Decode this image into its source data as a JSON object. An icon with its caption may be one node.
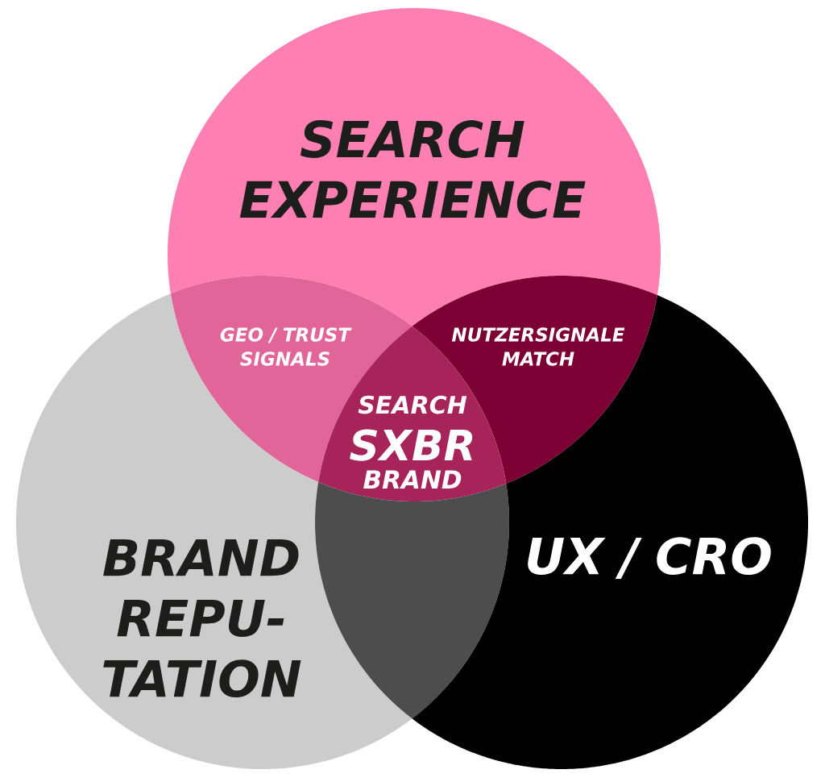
{
  "diagram": {
    "nodes": [
      {
        "text": [
          "SEARCH EXPERIENCE"
        ]
      },
      {
        "text": [
          "GEO / TRUST SIGNALS"
        ]
      },
      {
        "text": [
          "NUTZERSIGNALE MATCH"
        ]
      },
      {
        "text": [
          "SEARCH",
          "SXBR",
          "BRAND"
        ]
      },
      {
        "text": [
          "BRAND REPU- TATION"
        ]
      },
      {
        "text": [],
        "shape": "lens"
      },
      {
        "text": [
          "UX / CRO"
        ]
      }
    ]
  }
}
